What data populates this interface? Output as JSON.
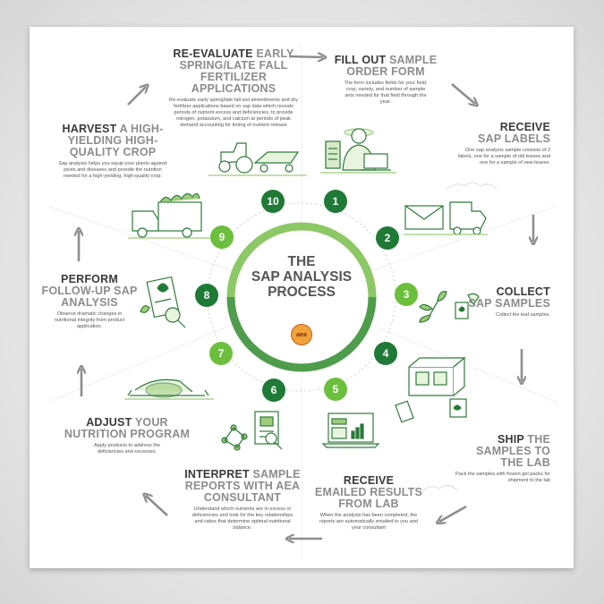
{
  "center": {
    "title_line1": "THE",
    "title_line2": "SAP ANALYSIS",
    "title_line3": "PROCESS",
    "logo_text": "aea"
  },
  "colors": {
    "dark_green": "#1e7a36",
    "light_green": "#6cbf3c",
    "heading_dark": "#3a3a3a",
    "heading_gray": "#8c8c8c"
  },
  "numbers": [
    "1",
    "2",
    "3",
    "4",
    "5",
    "6",
    "7",
    "8",
    "9",
    "10"
  ],
  "steps": [
    {
      "title_dark": "FILL OUT",
      "title_gray": "SAMPLE ORDER FORM",
      "desc": "The form includes fields for your field, crop, variety, and number of sample sets needed for that field through the year.",
      "icon": "farmer-laptop-icon"
    },
    {
      "title_dark": "RECEIVE",
      "title_gray": "SAP LABELS",
      "desc": "One sap analysis sample consists of 2 labels, one for a sample of old leaves and one for a sample of new leaves.",
      "icon": "mail-truck-icon"
    },
    {
      "title_dark": "COLLECT",
      "title_gray": "SAP SAMPLES",
      "desc": "Collect the leaf samples.",
      "icon": "leaf-collect-icon"
    },
    {
      "title_dark": "SHIP",
      "title_gray": "THE SAMPLES TO THE LAB",
      "desc": "Pack the samples with frozen gel packs for shipment to the lab",
      "icon": "box-icon"
    },
    {
      "title_dark": "RECEIVE",
      "title_gray": "EMAILED RESULTS FROM LAB",
      "desc": "When the analysis has been completed, the reports are automatically emailed to you and your consultant",
      "icon": "laptop-report-icon"
    },
    {
      "title_dark": "INTERPRET",
      "title_gray": "SAMPLE REPORTS WITH AEA CONSULTANT",
      "desc": "Understand which nutrients are in excess or deficiencies and look for the key relationships and ratios that determine optimal nutritional balance.",
      "icon": "molecule-clipboard-icon"
    },
    {
      "title_dark": "ADJUST",
      "title_gray": "YOUR NUTRITION PROGRAM",
      "desc": "Apply products to address the deficiencies and excesses.",
      "icon": "sprayer-icon"
    },
    {
      "title_dark": "PERFORM",
      "title_gray": "FOLLOW-UP SAP ANALYSIS",
      "desc": "Observe dramatic changes in nutritional integrity from product application.",
      "icon": "analysis-clipboard-icon"
    },
    {
      "title_dark": "HARVEST",
      "title_gray": "A HIGH-YIELDING HIGH-QUALITY CROP",
      "desc": "Sap analysis helps you equip your plants against pests and diseases and provide the nutrition needed for a high-yielding, high-quality crop.",
      "icon": "harvest-truck-icon"
    },
    {
      "title_dark": "RE-EVALUATE",
      "title_gray": "EARLY SPRING/LATE FALL FERTILIZER APPLICATIONS",
      "desc": "Re-evaluate early spring/late fall soil amendments and dry fertilizer applications based on sap data which reveals periods of nutrient excess and deficiencies, to provide nitrogen, potassium, and calcium at periods of peak demand accounting for timing of nutrient release",
      "icon": "tractor-icon"
    }
  ]
}
